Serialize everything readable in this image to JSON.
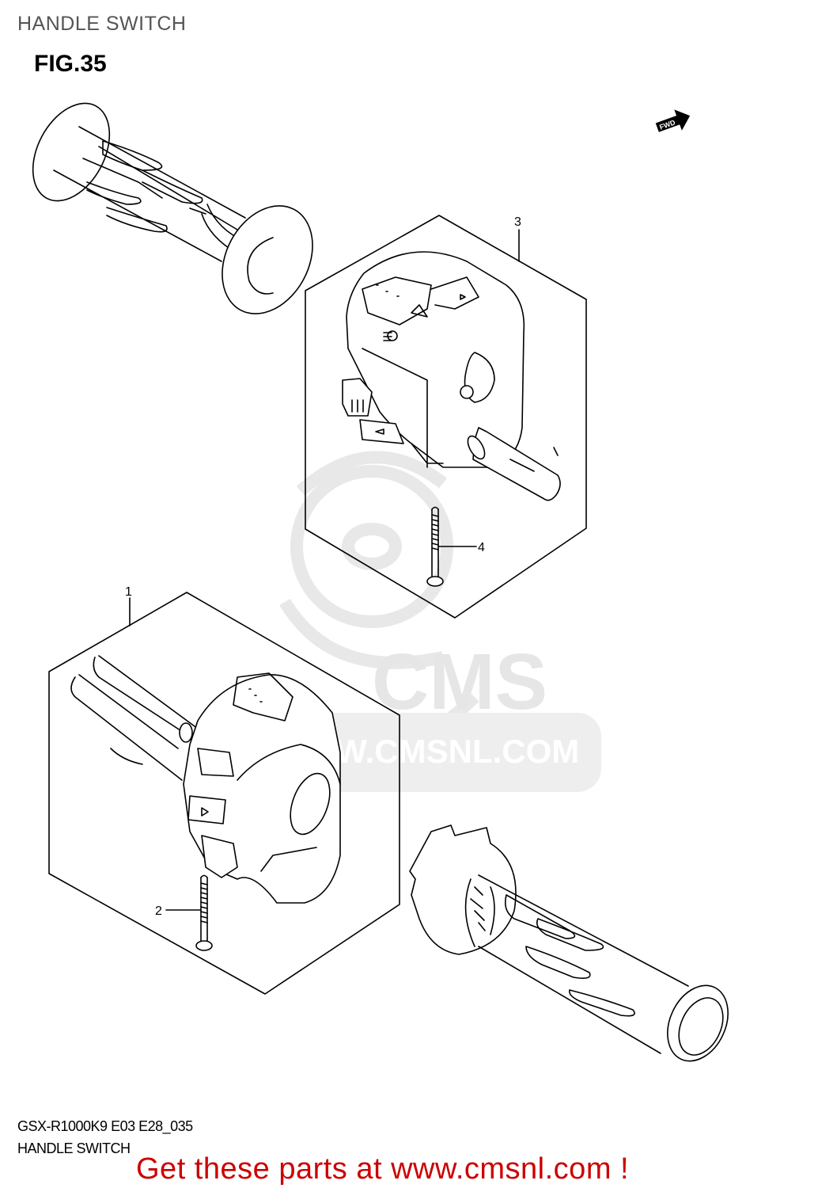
{
  "header": {
    "title": "HANDLE SWITCH",
    "figure": "FIG.35"
  },
  "fwd_badge": {
    "label": "FWD",
    "icon": "forward-arrow-icon"
  },
  "callouts": [
    {
      "number": "1",
      "part": "handle-switch-left-assy"
    },
    {
      "number": "2",
      "part": "screw-left"
    },
    {
      "number": "3",
      "part": "handle-switch-right-assy"
    },
    {
      "number": "4",
      "part": "screw-right"
    }
  ],
  "watermark": {
    "brand": "CMS",
    "url": "WWW.CMSNL.COM"
  },
  "footer": {
    "model_code": "GSX-R1000K9 E03 E28_035",
    "section_name": "HANDLE SWITCH",
    "promo": "Get these parts at www.cmsnl.com !"
  },
  "colors": {
    "line": "#000000",
    "title_gray": "#555555",
    "promo_red": "#cc0000",
    "watermark_gray": "#e6e6e6"
  }
}
